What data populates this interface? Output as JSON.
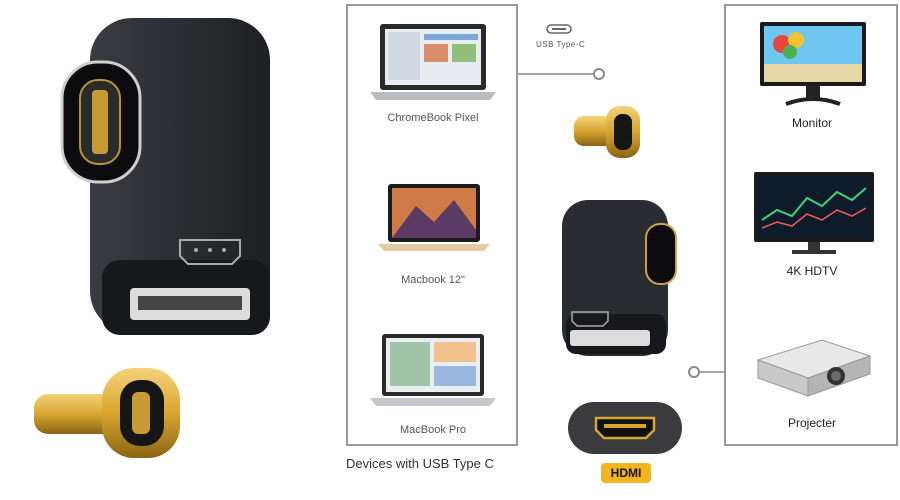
{
  "left_panel": {
    "devices": [
      {
        "label": "ChromeBook Pixel"
      },
      {
        "label": "Macbook 12\""
      },
      {
        "label": "MacBook Pro"
      }
    ],
    "caption": "Devices with USB Type C"
  },
  "center": {
    "usb_label": "USB Type-C",
    "hdmi_label": "HDMI"
  },
  "right_panel": {
    "devices": [
      {
        "label": "Monitor"
      },
      {
        "label": "4K HDTV"
      },
      {
        "label": "Projecter"
      }
    ]
  },
  "colors": {
    "gold": "#d8a630",
    "badge": "#f2b51e",
    "panel_border": "#9a9a9a",
    "adapter": "#2a2c31"
  }
}
